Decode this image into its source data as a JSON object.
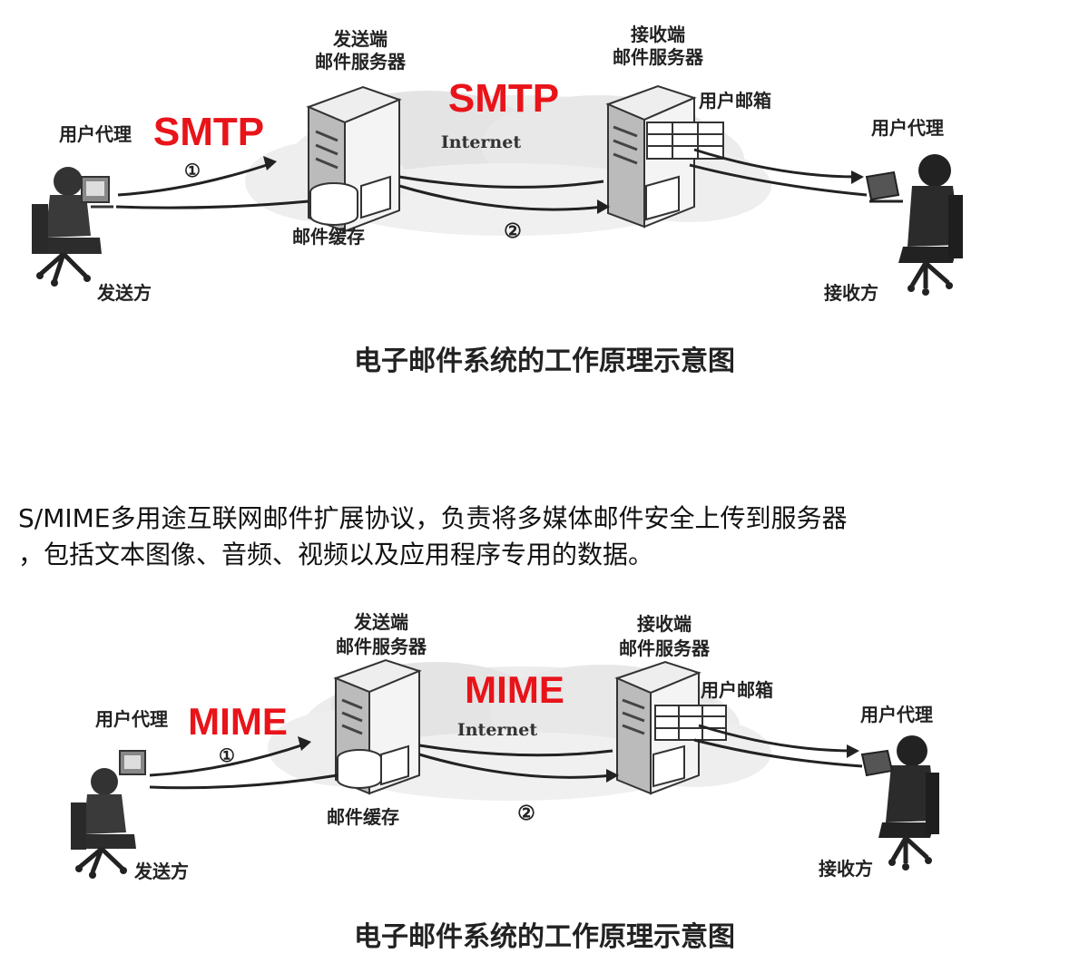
{
  "top": {
    "protocol_left": "SMTP",
    "protocol_mid": "SMTP",
    "sender_server_line1": "发送端",
    "sender_server_line2": "邮件服务器",
    "receiver_server_line1": "接收端",
    "receiver_server_line2": "邮件服务器",
    "user_agent_left": "用户代理",
    "user_agent_right": "用户代理",
    "mailbox": "用户邮箱",
    "internet": "Internet",
    "mail_cache": "邮件缓存",
    "sender": "发送方",
    "receiver": "接收方",
    "step1": "①",
    "step2": "②",
    "caption": "电子邮件系统的工作原理示意图"
  },
  "description": {
    "line1": "S/MIME多用途互联网邮件扩展协议，负责将多媒体邮件安全上传到服务器",
    "line2": "，包括文本图像、音频、视频以及应用程序专用的数据。"
  },
  "bottom": {
    "protocol_left": "MIME",
    "protocol_mid": "MIME",
    "sender_server_line1": "发送端",
    "sender_server_line2": "邮件服务器",
    "receiver_server_line1": "接收端",
    "receiver_server_line2": "邮件服务器",
    "user_agent_left": "用户代理",
    "user_agent_right": "用户代理",
    "mailbox": "用户邮箱",
    "internet": "Internet",
    "mail_cache": "邮件缓存",
    "sender": "发送方",
    "receiver": "接收方",
    "step1": "①",
    "step2": "②",
    "caption": "电子邮件系统的工作原理示意图"
  },
  "colors": {
    "protocol_red": "#e8141a",
    "cloud_gray": "#e6e6e6"
  }
}
